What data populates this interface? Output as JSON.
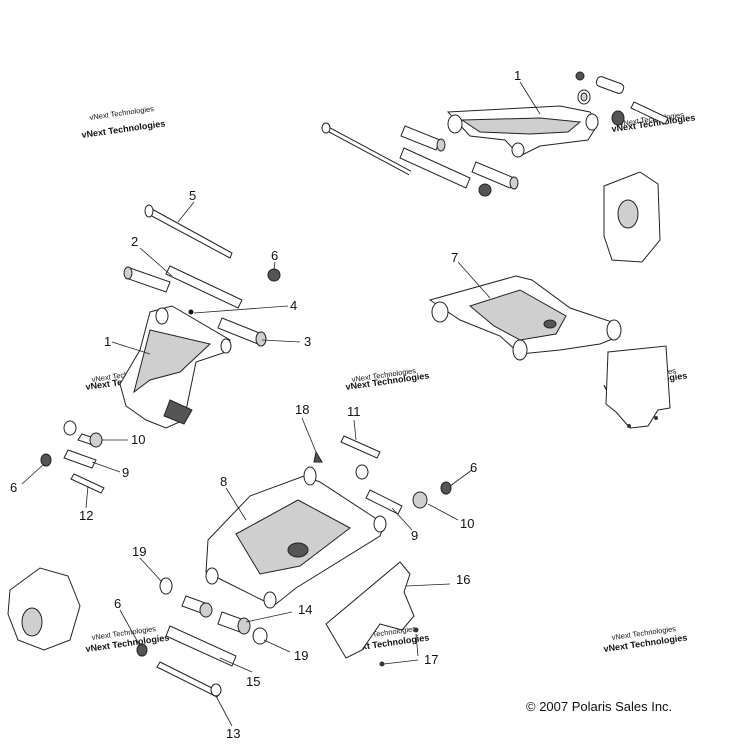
{
  "callouts": {
    "c1a": "1",
    "c1b": "1",
    "c2": "2",
    "c3": "3",
    "c4": "4",
    "c5": "5",
    "c6a": "6",
    "c6b": "6",
    "c6c": "6",
    "c6d": "6",
    "c7": "7",
    "c8": "8",
    "c9a": "9",
    "c9b": "9",
    "c10a": "10",
    "c10b": "10",
    "c11": "11",
    "c12": "12",
    "c13": "13",
    "c14": "14",
    "c15": "15",
    "c16": "16",
    "c17": "17",
    "c18": "18",
    "c19a": "19",
    "c19b": "19"
  },
  "watermark": "vNext Technologies",
  "copyright": "© 2007 Polaris Sales Inc."
}
